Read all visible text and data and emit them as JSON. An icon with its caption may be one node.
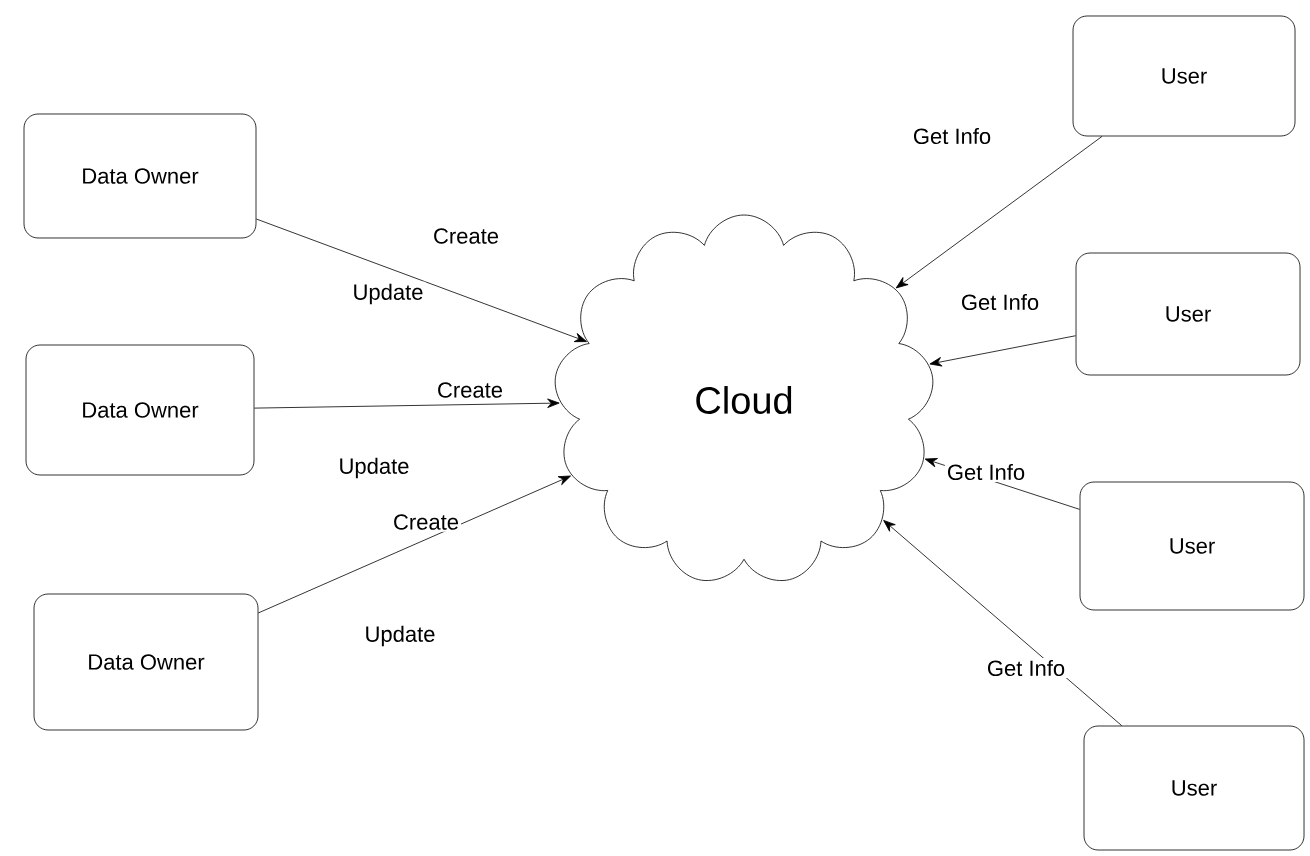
{
  "diagram": {
    "nodes": [
      {
        "text": [
          "Data Owner"
        ]
      },
      {
        "text": [
          "Data Owner"
        ]
      },
      {
        "text": [
          "Data Owner"
        ]
      },
      {
        "text": [
          "Cloud"
        ]
      },
      {
        "text": [
          "User"
        ]
      },
      {
        "text": [
          "User"
        ]
      },
      {
        "text": [
          "User"
        ]
      },
      {
        "text": [
          "User"
        ]
      }
    ],
    "edges": [
      {
        "from": 0,
        "to": 3,
        "arrow": "to",
        "label": "Create"
      },
      {
        "from": 1,
        "to": 3,
        "arrow": "to",
        "label": "Create"
      },
      {
        "from": 2,
        "to": 3,
        "arrow": "to",
        "label": "Create"
      },
      {
        "from": 4,
        "to": 3,
        "arrow": "to",
        "label": "Get Info"
      },
      {
        "from": 5,
        "to": 3,
        "arrow": "to",
        "label": "Get Info"
      },
      {
        "from": 6,
        "to": 3,
        "arrow": "to",
        "label": "Get Info"
      },
      {
        "from": 7,
        "to": 3,
        "arrow": "to",
        "label": "Get Info"
      }
    ],
    "labels": [
      "Update",
      "Update",
      "Update"
    ]
  }
}
